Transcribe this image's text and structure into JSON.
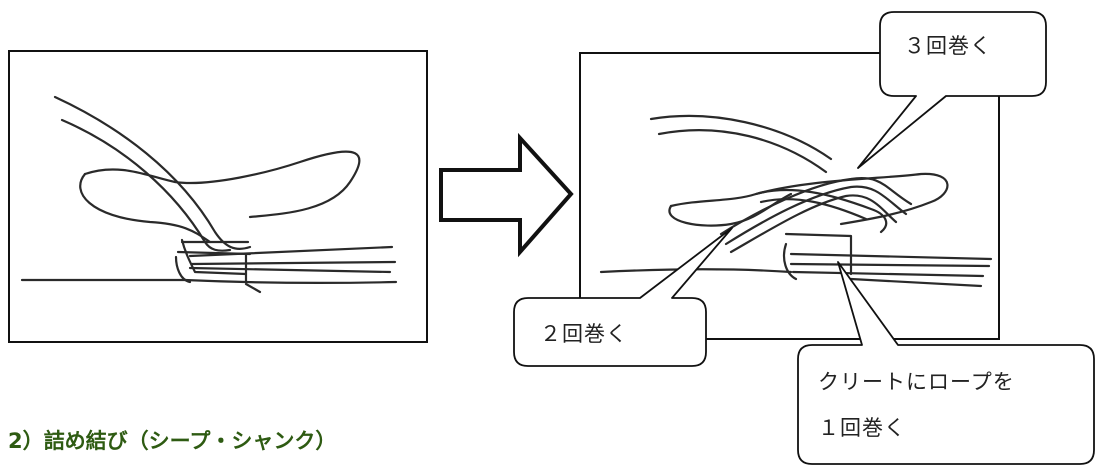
{
  "callouts": {
    "top": "３回巻く",
    "left": "２回巻く",
    "bottom_line1": "クリートにロープを",
    "bottom_line2": "１回巻く"
  },
  "section_heading": "2）詰め結び（シープ・シャンク）",
  "colors": {
    "heading": "#2e5b12",
    "line": "#222222"
  },
  "icons": [
    "right-arrow-icon"
  ]
}
